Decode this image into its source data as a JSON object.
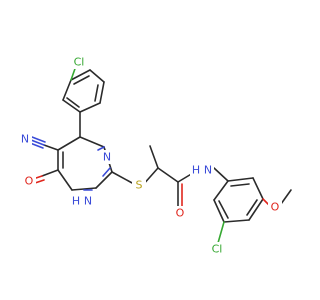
{
  "atoms": {
    "cl_top": {
      "label": "Cl",
      "color": "#36a832"
    },
    "n_nitrile": {
      "label": "N",
      "color": "#3a4bd8"
    },
    "n_ring": {
      "label": "N",
      "color": "#3a4bd8"
    },
    "o_ketone": {
      "label": "O",
      "color": "#e0261d"
    },
    "nh_ring": {
      "label": "H",
      "color": "#3a4bd8"
    },
    "n_ring_h": {
      "label": "N",
      "color": "#3a4bd8"
    },
    "s": {
      "label": "S",
      "color": "#b9a21b"
    },
    "h_amide": {
      "label": "H",
      "color": "#3a4bd8"
    },
    "n_amide": {
      "label": "N",
      "color": "#3a4bd8"
    },
    "o_amide": {
      "label": "O",
      "color": "#e0261d"
    },
    "o_methoxy": {
      "label": "O",
      "color": "#e0261d"
    },
    "cl_bottom": {
      "label": "Cl",
      "color": "#36a832"
    }
  }
}
